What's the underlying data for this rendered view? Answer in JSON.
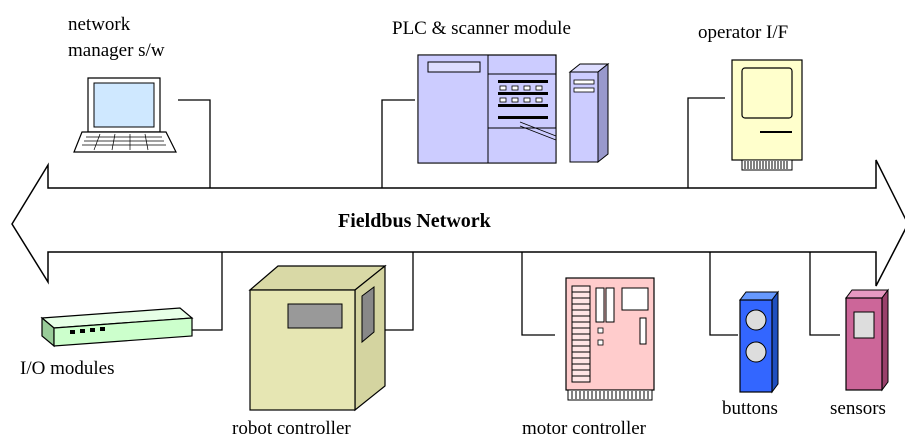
{
  "network": {
    "label": "Fieldbus Network"
  },
  "devices": {
    "network_manager": {
      "label_line1": "network",
      "label_line2": "manager s/w"
    },
    "plc": {
      "label": "PLC & scanner module"
    },
    "operator": {
      "label": "operator I/F"
    },
    "io_modules": {
      "label": "I/O modules"
    },
    "robot_controller": {
      "label": "robot controller"
    },
    "motor_controller": {
      "label": "motor controller"
    },
    "buttons": {
      "label": "buttons"
    },
    "sensors": {
      "label": "sensors"
    }
  },
  "colors": {
    "laptop_screen": "#cfe8ff",
    "plc_body": "#ccccff",
    "operator_body": "#ffffcc",
    "io_body": "#ccffcc",
    "robot_body": "#e6e6b3",
    "motor_body": "#ffcccc",
    "buttons_body": "#3366ff",
    "sensors_body": "#cc6699"
  }
}
